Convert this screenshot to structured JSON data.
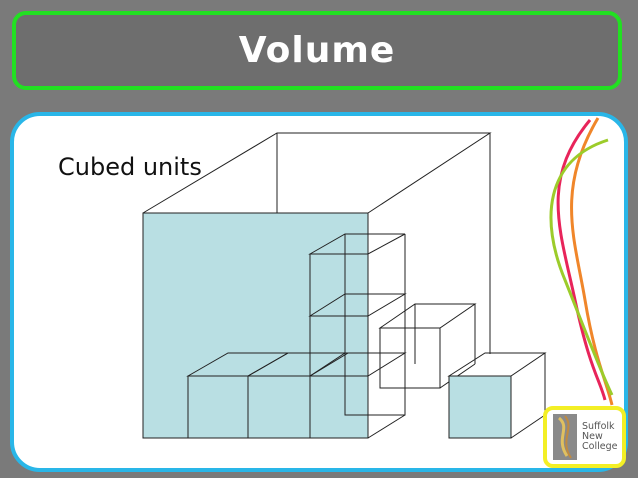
{
  "slide": {
    "title": "Volume",
    "subtitle": "Cubed units"
  },
  "logo": {
    "line1": "Suffolk",
    "line2": "New",
    "line3": "College"
  },
  "colors": {
    "title_border": "#22e022",
    "panel_border": "#29b6e8",
    "logo_border": "#f3ef25",
    "cube_fill": "#b9dfe3",
    "wave_colors": [
      "#e8245a",
      "#f0862a",
      "#9ccc2a"
    ]
  }
}
